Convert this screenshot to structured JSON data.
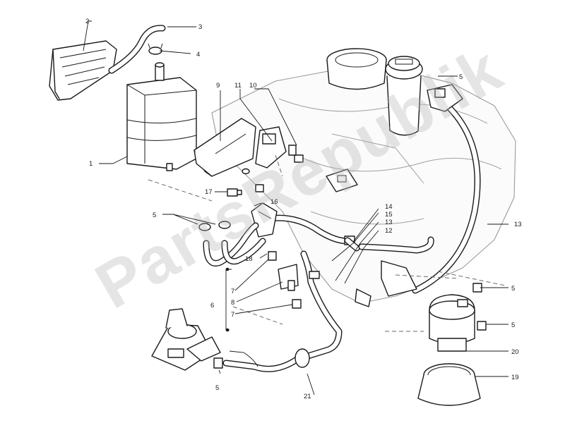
{
  "watermark": "PartsRepublik",
  "colors": {
    "line": "#1a1a1a",
    "ghost": "#9a9a9a",
    "watermark": "#b4b4b4",
    "background": "#ffffff"
  },
  "callouts": {
    "c1": "1",
    "c2": "2",
    "c3": "3",
    "c4": "4",
    "c5a": "5",
    "c5b": "5",
    "c5c": "5",
    "c5d": "5",
    "c5e": "5",
    "c6": "6",
    "c7a": "7",
    "c7b": "7",
    "c8": "8",
    "c9": "9",
    "c10": "10",
    "c11": "11",
    "c12": "12",
    "c13a": "13",
    "c13b": "13",
    "c14": "14",
    "c15": "15",
    "c16": "16",
    "c17": "17",
    "c18": "18",
    "c19": "19",
    "c20": "20",
    "c21": "21"
  }
}
